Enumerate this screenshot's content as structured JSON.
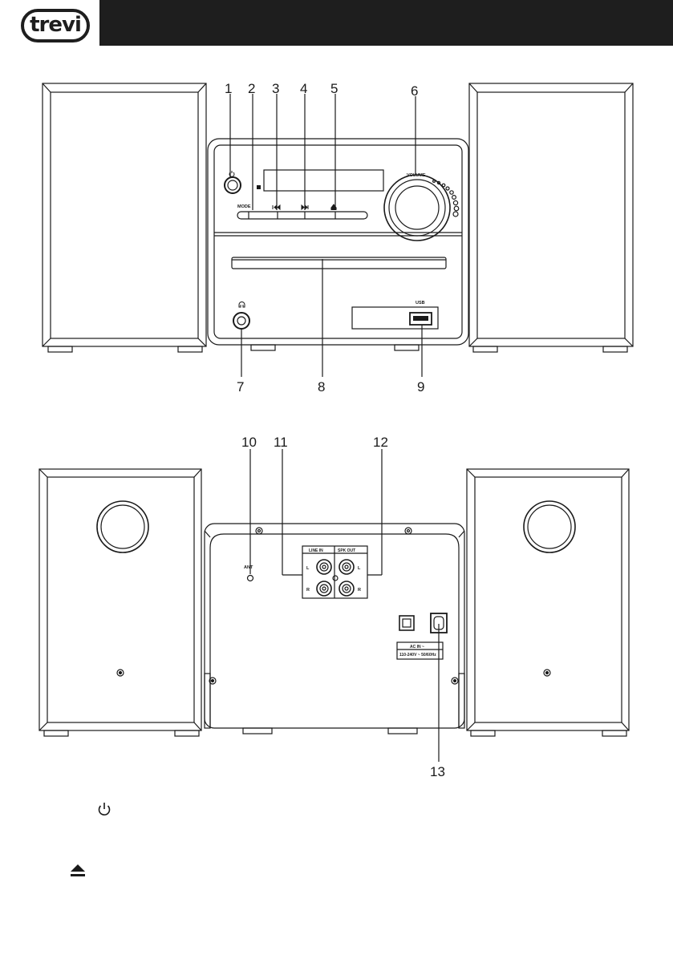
{
  "header": {
    "logo_text": "trevi",
    "bar_color": "#1e1e1e"
  },
  "front_panel": {
    "callouts": [
      "1",
      "2",
      "3",
      "4",
      "5",
      "6",
      "7",
      "8",
      "9"
    ],
    "printed": {
      "mode": "MODE",
      "volume": "VOLUME",
      "usb": "USB"
    }
  },
  "rear_panel": {
    "callouts": [
      "10",
      "11",
      "12",
      "13"
    ],
    "printed": {
      "antenna": "ANT",
      "line_in": "LINE IN",
      "spk_out": "SPK OUT",
      "left": "L",
      "right": "R",
      "ac_in": "AC IN ~",
      "ac_spec": "110-240V ~ 50/60Hz"
    }
  },
  "legend_icons": [
    "power-icon",
    "eject-icon"
  ]
}
